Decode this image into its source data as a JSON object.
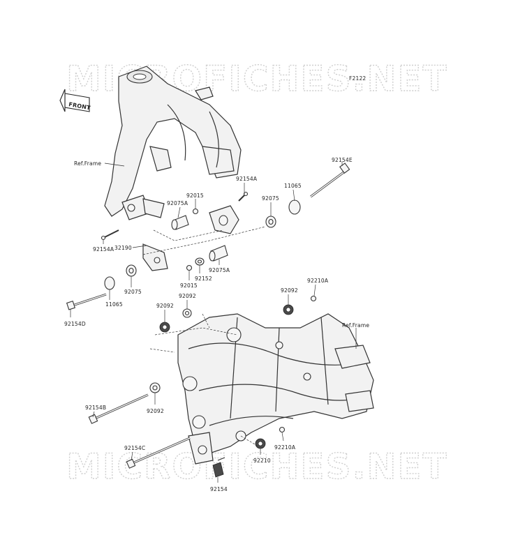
{
  "watermark": "MICROFICHES.NET",
  "figure_code": "F2122",
  "front_label": "FRONT",
  "ref_frame": "Ref.Frame",
  "ref_frame_right": "Ref.Frame",
  "labels": {
    "l92154E": "92154E",
    "l92154A_top": "92154A",
    "l11065_top": "11065",
    "l92015_top": "92015",
    "l92075A_top": "92075A",
    "l92075_top": "92075",
    "l92154A_left": "92154A",
    "l32190": "32190",
    "l92075A_mid": "92075A",
    "l92152": "92152",
    "l92015_mid": "92015",
    "l92075_bot": "92075",
    "l11065_bot": "11065",
    "l92154D": "92154D",
    "l92092_a": "92092",
    "l92092_b": "92092",
    "l92092_c": "92092",
    "l92210A_top": "92210A",
    "l92092_d": "92092",
    "l92154B": "92154B",
    "l92154C": "92154C",
    "l92210": "92210",
    "l92210A_bot": "92210A",
    "l92154": "92154"
  }
}
